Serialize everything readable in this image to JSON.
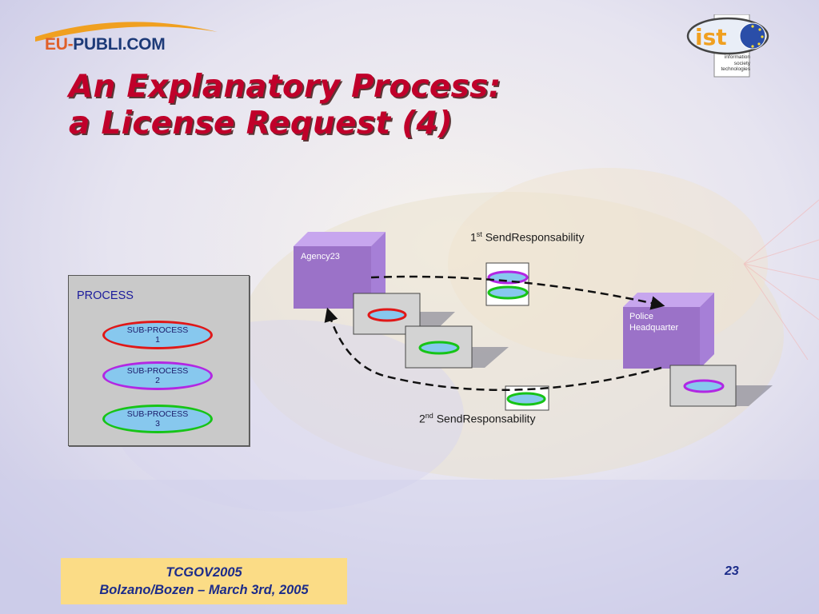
{
  "logo_left": {
    "brand_part1": "EU",
    "separator": "-",
    "brand_part2": "PUBLI.COM"
  },
  "logo_right": {
    "name": "ist",
    "subtitle_lines": [
      "information",
      "society",
      "technologies"
    ]
  },
  "title": {
    "line1": "An Explanatory Process:",
    "line2": "a License Request (4)"
  },
  "process": {
    "label": "PROCESS",
    "subprocesses": [
      {
        "line1": "SUB-PROCESS",
        "line2": "1",
        "border_color": "#e01818"
      },
      {
        "line1": "SUB-PROCESS",
        "line2": "2",
        "border_color": "#b227e3"
      },
      {
        "line1": "SUB-PROCESS",
        "line2": "3",
        "border_color": "#17c417"
      }
    ]
  },
  "nodes": {
    "agency": {
      "label": "Agency23"
    },
    "police": {
      "line1": "Police",
      "line2": "Headquarter"
    }
  },
  "edges": {
    "first": {
      "ordinal": "1",
      "suffix": "st",
      "label": "SendResponsability"
    },
    "second": {
      "ordinal": "2",
      "suffix": "nd",
      "label": "SendResponsability"
    }
  },
  "footer": {
    "line1": "TCGOV2005",
    "line2": "Bolzano/Bozen – March 3rd, 2005",
    "page": "23"
  },
  "colors": {
    "title": "#c0002a",
    "node_purple": "#9b72c8",
    "footer_bg": "#fbdc86",
    "text_blue": "#1c2c8a"
  }
}
